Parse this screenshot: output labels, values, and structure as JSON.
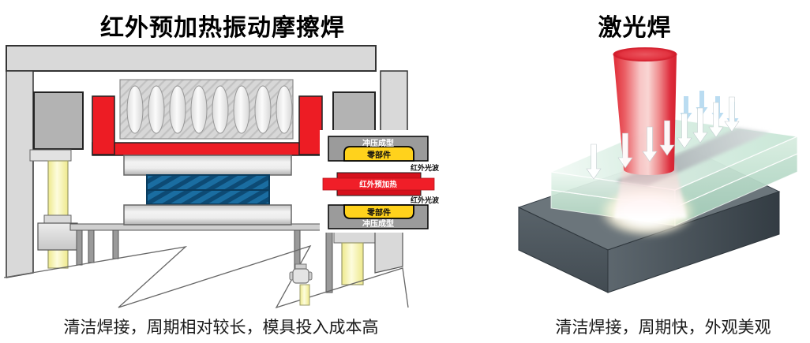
{
  "left_panel": {
    "title": "红外预加热振动摩擦焊",
    "caption": "清洁焊接，周期相对较长，模具投入成本高",
    "inset_labels": {
      "top_mold": "冲压成型",
      "top_part": "零部件",
      "ir_wave_top": "红外光波",
      "ir_preheater": "红外预加热",
      "ir_wave_bottom": "红外光波",
      "bottom_part": "零部件",
      "bottom_mold": "冲压成型"
    }
  },
  "right_panel": {
    "title": "激光焊",
    "caption": "清洁焊接，周期快，外观美观"
  },
  "colors": {
    "machine_red": "#ed1c24",
    "workpiece_blue": "#15608f",
    "part_yellow": "#ffd21c",
    "frame_gray": "#d9d9d9",
    "laser_red": "#e8212e",
    "glass_green": "#cfe9da",
    "base_gray": "#4d565c"
  }
}
